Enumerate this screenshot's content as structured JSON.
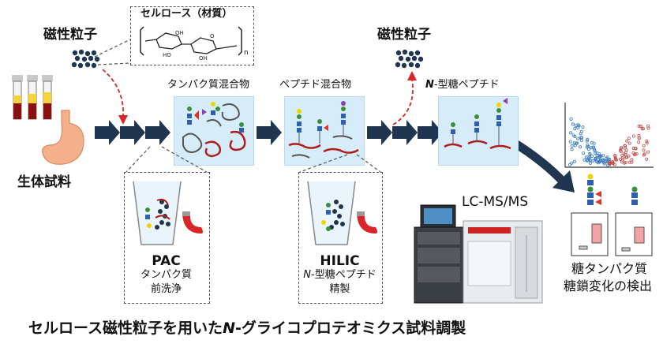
{
  "labels": {
    "beads_left": "磁性粒子",
    "cellulose": "セルロース（材質）",
    "biosample": "生体試料",
    "beads_right": "磁性粒子",
    "protein_mixture": "タンパク質混合物",
    "peptide_mixture": "ペプチド混合物",
    "n_glycopeptide_italic": "N",
    "n_glycopeptide_rest": "-型糖ペプチド",
    "pac_title": "PAC",
    "pac_sub1": "タンパク質",
    "pac_sub2": "前洗浄",
    "hilic_title": "HILIC",
    "hilic_sub1_italic": "N",
    "hilic_sub1_rest": "-型糖ペプチド",
    "hilic_sub2": "精製",
    "lcms": "LC-MS/MS",
    "result1": "糖タンパク質",
    "result2": "糖鎖変化の検出",
    "n_index": "n",
    "caption_pre": "セルロース磁性粒子を用いた",
    "caption_italic": "N",
    "caption_post": "-グライコプロテオミクス試料調製"
  },
  "colors": {
    "arrow_navy": "#1f3550",
    "step_bg": "#d6ecf8",
    "magnet_red": "#d8262b",
    "dashed_red": "#d8262b",
    "volcano_blue": "#3a7bbf",
    "volcano_red": "#c0504d"
  }
}
